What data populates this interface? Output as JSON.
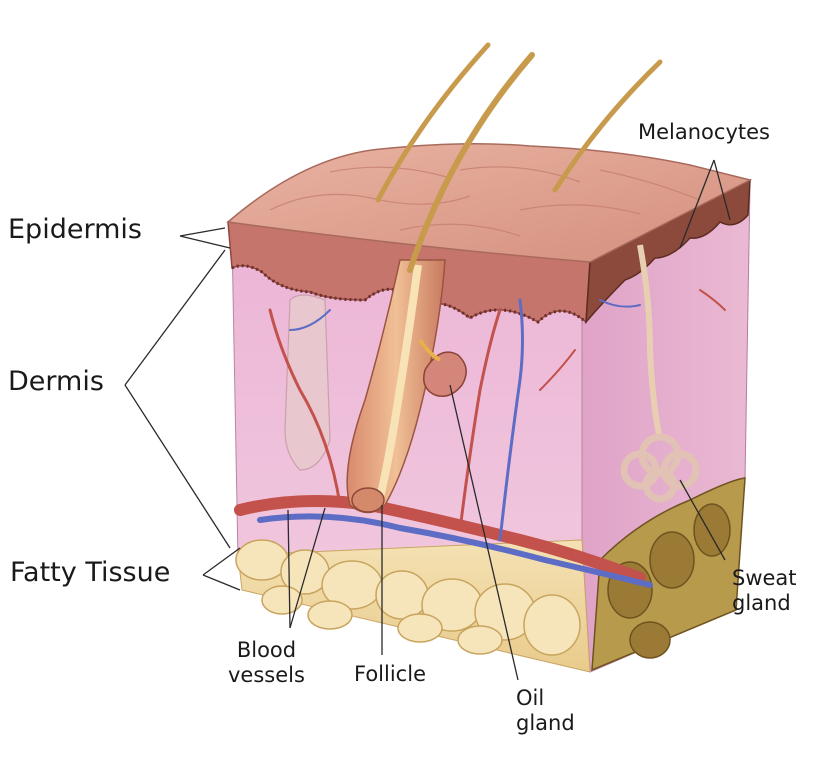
{
  "labels": {
    "epidermis": "Epidermis",
    "dermis": "Dermis",
    "fatty_tissue": "Fatty Tissue",
    "melanocytes": "Melanocytes",
    "sweat_gland": [
      "Sweat",
      "gland"
    ],
    "blood_vessels": [
      "Blood",
      "vessels"
    ],
    "follicle": "Follicle",
    "oil_gland": [
      "Oil",
      "gland"
    ]
  },
  "colors": {
    "skin_surface": "#e2a493",
    "epidermis_layer": "#b8685f",
    "dermis": "#edb8d8",
    "fat": "#f1d9a3",
    "artery": "#c4524c",
    "vein": "#5d6cc4",
    "hair": "#c89a4c",
    "leader_line": "#2a2a2a"
  }
}
